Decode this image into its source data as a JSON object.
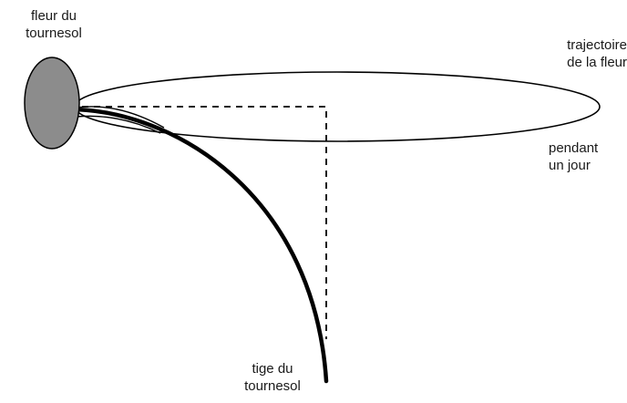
{
  "labels": {
    "flower": [
      "fleur du",
      "tournesol"
    ],
    "trajectory": [
      "trajectoire",
      "de la fleur"
    ],
    "during_day": [
      "pendant",
      "un jour"
    ],
    "stem": [
      "tige du",
      "tournesol"
    ]
  },
  "colors": {
    "flower_fill": "#8c8c8c",
    "stroke": "#000000",
    "background": "#ffffff"
  }
}
